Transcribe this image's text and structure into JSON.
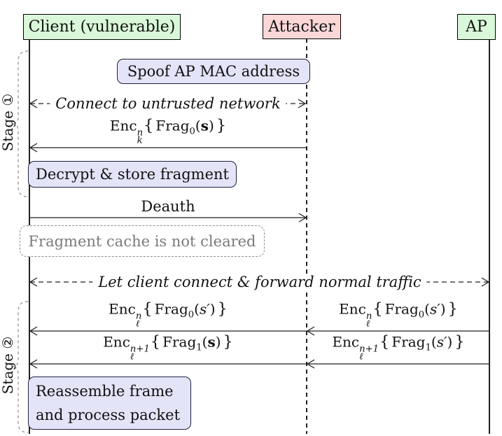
{
  "actors": {
    "client": {
      "label": "Client (vulnerable)"
    },
    "attacker": {
      "label": "Attacker"
    },
    "ap": {
      "label": "AP"
    }
  },
  "stages": {
    "stage1": {
      "label": "Stage ①"
    },
    "stage2": {
      "label": "Stage ②"
    }
  },
  "notes": {
    "spoof": "Spoof AP MAC address",
    "decrypt": "Decrypt & store fragment",
    "cache": "Fragment cache is not cleared",
    "reassemble_line1": "Reassemble frame",
    "reassemble_line2": "and process packet"
  },
  "messages": {
    "connect": "Connect to untrusted network",
    "deauth": "Deauth",
    "let_connect": "Let client connect & forward normal traffic",
    "enc_stage1": {
      "enc": "Enc",
      "sup": "n",
      "sub": "k",
      "frag": "Frag",
      "frag_index": "0",
      "arg": "s",
      "arg_style": "bold"
    },
    "enc_s2_row1_left": {
      "enc": "Enc",
      "sup": "n",
      "sub": "ℓ",
      "frag": "Frag",
      "frag_index": "0",
      "arg": "s′",
      "arg_style": "italic"
    },
    "enc_s2_row1_right": {
      "enc": "Enc",
      "sup": "n",
      "sub": "ℓ",
      "frag": "Frag",
      "frag_index": "0",
      "arg": "s′",
      "arg_style": "italic"
    },
    "enc_s2_row2_left": {
      "enc": "Enc",
      "sup": "n+1",
      "sub": "ℓ",
      "frag": "Frag",
      "frag_index": "1",
      "arg": "s",
      "arg_style": "bold"
    },
    "enc_s2_row2_right": {
      "enc": "Enc",
      "sup": "n+1",
      "sub": "ℓ",
      "frag": "Frag",
      "frag_index": "1",
      "arg": "s′",
      "arg_style": "italic"
    }
  },
  "math_syntax": {
    "open": "{",
    "close": "}",
    "paren_open": "(",
    "paren_close": ")"
  },
  "colors": {
    "actor_green": "#d9f8d9",
    "actor_pink": "#fbd7d7",
    "note_lavender": "#e4e4f8",
    "gray_line": "#8c8c8c",
    "gray_text": "#7a7a7a"
  }
}
